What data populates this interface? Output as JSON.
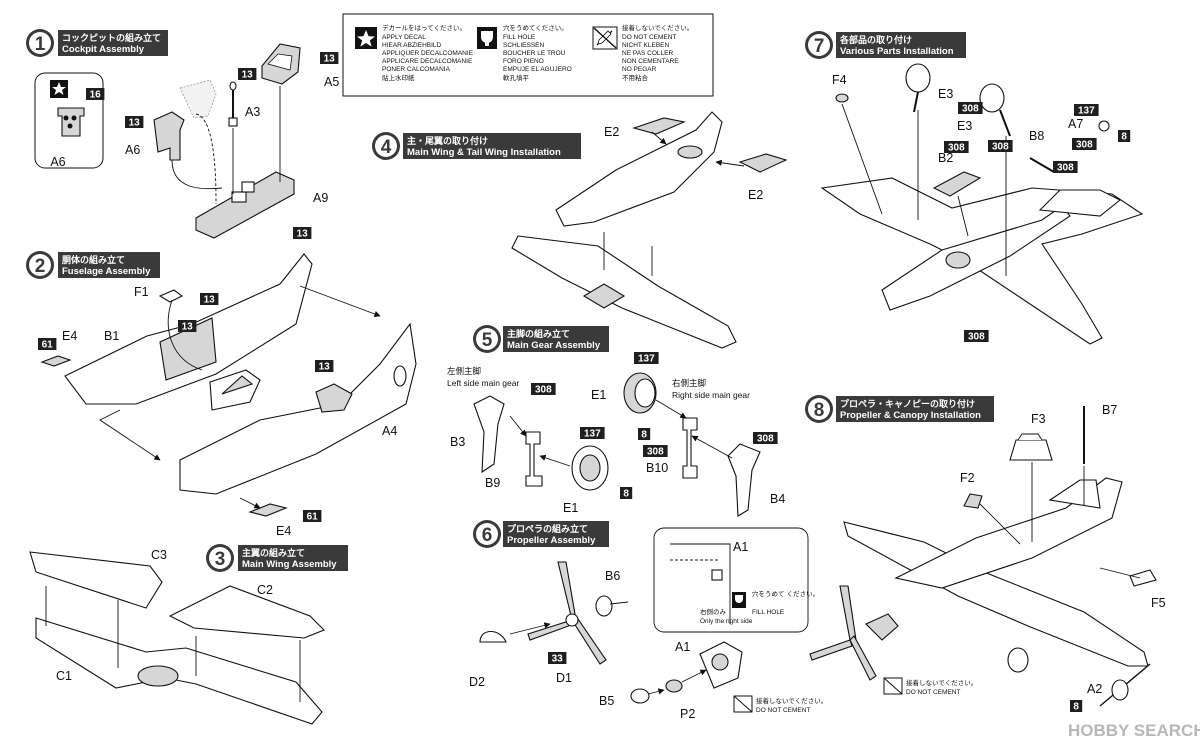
{
  "legend": {
    "decal": [
      "デカールをはってください。",
      "APPLY DECAL",
      "HIEAR ABZIEHBILD",
      "APPLIQUER DECALCOMANIE",
      "APPLICARE DECALCOMANIE",
      "PONER CALCOMANIA",
      "貼上水印紙"
    ],
    "fill_hole": [
      "穴をうめてください。",
      "FILL HOLE",
      "SCHLIESSEN",
      "BOUCHER LE TROU",
      "FORO PIENO",
      "EMPUJE EL AGUJERO",
      "軟孔填平"
    ],
    "no_cement": [
      "接着しないでください。",
      "DO NOT CEMENT",
      "NICHT KLEBEN",
      "NE PAS COLLER",
      "NON CEMENTARE",
      "NO PEGAR",
      "不用粘合"
    ]
  },
  "steps": [
    {
      "num": "1",
      "jp": "コックピットの組み立て",
      "en": "Cockpit Assembly"
    },
    {
      "num": "2",
      "jp": "胴体の組み立て",
      "en": "Fuselage Assembly"
    },
    {
      "num": "3",
      "jp": "主翼の組み立て",
      "en": "Main Wing Assembly"
    },
    {
      "num": "4",
      "jp": "主・尾翼の取り付け",
      "en": "Main Wing & Tail Wing Installation"
    },
    {
      "num": "5",
      "jp": "主脚の組み立て",
      "en": "Main Gear Assembly"
    },
    {
      "num": "6",
      "jp": "プロペラの組み立て",
      "en": "Propeller Assembly"
    },
    {
      "num": "7",
      "jp": "各部品の取り付け",
      "en": "Various Parts Installation"
    },
    {
      "num": "8",
      "jp": "プロペラ・キャノピーの取り付け",
      "en": "Propeller & Canopy Installation"
    }
  ],
  "parts": {
    "s1": [
      "A5",
      "A3",
      "A6",
      "A9"
    ],
    "s2": [
      "F1",
      "E4",
      "B1",
      "A4",
      "E4"
    ],
    "s3": [
      "C3",
      "C2",
      "C1"
    ],
    "s4": [
      "E2",
      "E2"
    ],
    "s5": [
      "B3",
      "B9",
      "E1",
      "E1",
      "B10",
      "B4"
    ],
    "s6": [
      "B6",
      "D2",
      "D1",
      "A1",
      "B5",
      "P2",
      "A1"
    ],
    "s7": [
      "F4",
      "E3",
      "E3",
      "B2",
      "B8",
      "A7"
    ],
    "s8": [
      "B7",
      "F3",
      "F2",
      "F5",
      "A2"
    ]
  },
  "color_codes": [
    "13",
    "16",
    "308",
    "137",
    "61",
    "33",
    "8"
  ],
  "gear_labels": {
    "left_jp": "左側主脚",
    "left_en": "Left side main gear",
    "right_jp": "右側主脚",
    "right_en": "Right side main gear"
  },
  "inset": {
    "fill_jp": "穴をうめて\nください。",
    "fill_en": "FILL HOLE",
    "right_only_jp": "右側のみ",
    "right_only_en": "Only the right side"
  },
  "no_cement_small": {
    "jp": "接着しないでください。",
    "en": "DO NOT CEMENT"
  },
  "watermark": "HOBBY SEARCH",
  "colors": {
    "banner": "#3a3a3a",
    "chip": "#1f1f1f",
    "watermark": "#b7b7b7"
  }
}
